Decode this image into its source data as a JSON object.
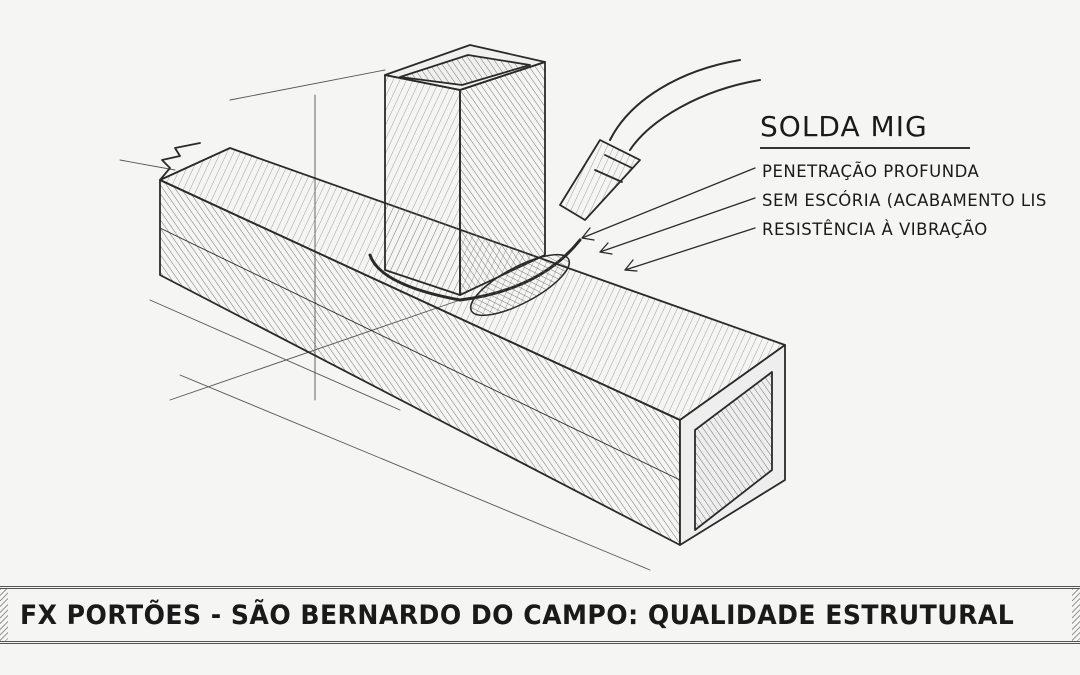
{
  "callout": {
    "heading": "SOLDA MIG",
    "items": [
      "PENETRAÇÃO PROFUNDA",
      "SEM ESCÓRIA (ACABAMENTO LIS",
      "RESISTÊNCIA À VIBRAÇÃO"
    ]
  },
  "banner": {
    "title": "FX PORTÕES - SÃO BERNARDO DO CAMPO: QUALIDADE ESTRUTURAL"
  },
  "colors": {
    "paper": "#f5f5f3",
    "ink": "#1a1a1a"
  }
}
